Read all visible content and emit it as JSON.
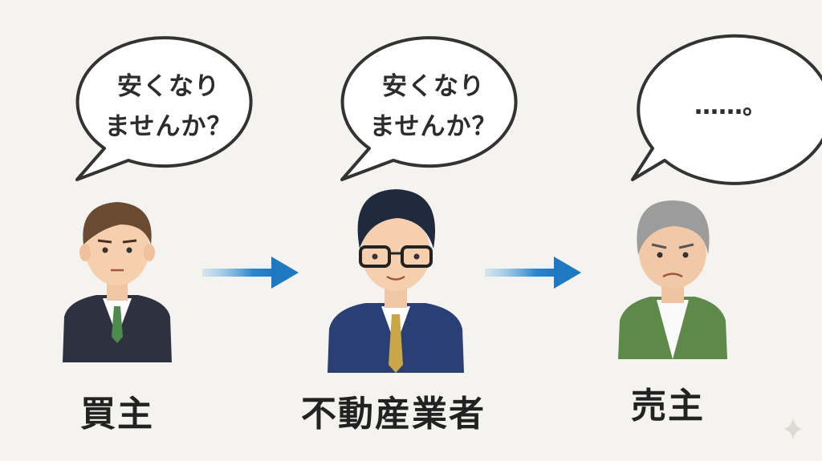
{
  "bubbles": [
    {
      "line1": "安くなり",
      "line2": "ませんか？"
    },
    {
      "line1": "安くなり",
      "line2": "ませんか？"
    },
    {
      "text": "……。"
    }
  ],
  "labels": {
    "buyer": "買主",
    "agent": "不動産業者",
    "seller": "売主"
  },
  "colors": {
    "background": "#f4f3ef",
    "arrow": "#1e78c2",
    "outline": "#333333"
  }
}
